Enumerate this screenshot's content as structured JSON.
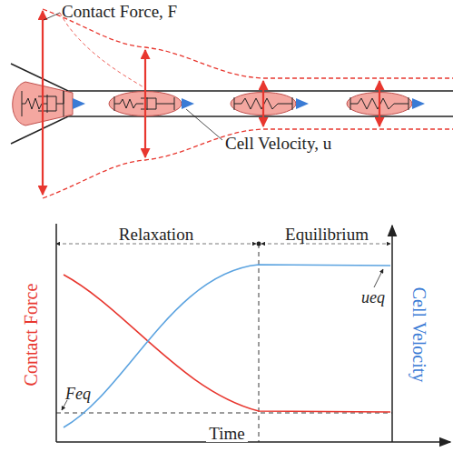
{
  "diagram": {
    "labels": [
      "Contact Force, F",
      "Cell Velocity, u",
      "Relaxation",
      "Equilibrium",
      "Contact Force",
      "Cell Velocity",
      "Time",
      "ueq",
      "Feq"
    ]
  }
}
